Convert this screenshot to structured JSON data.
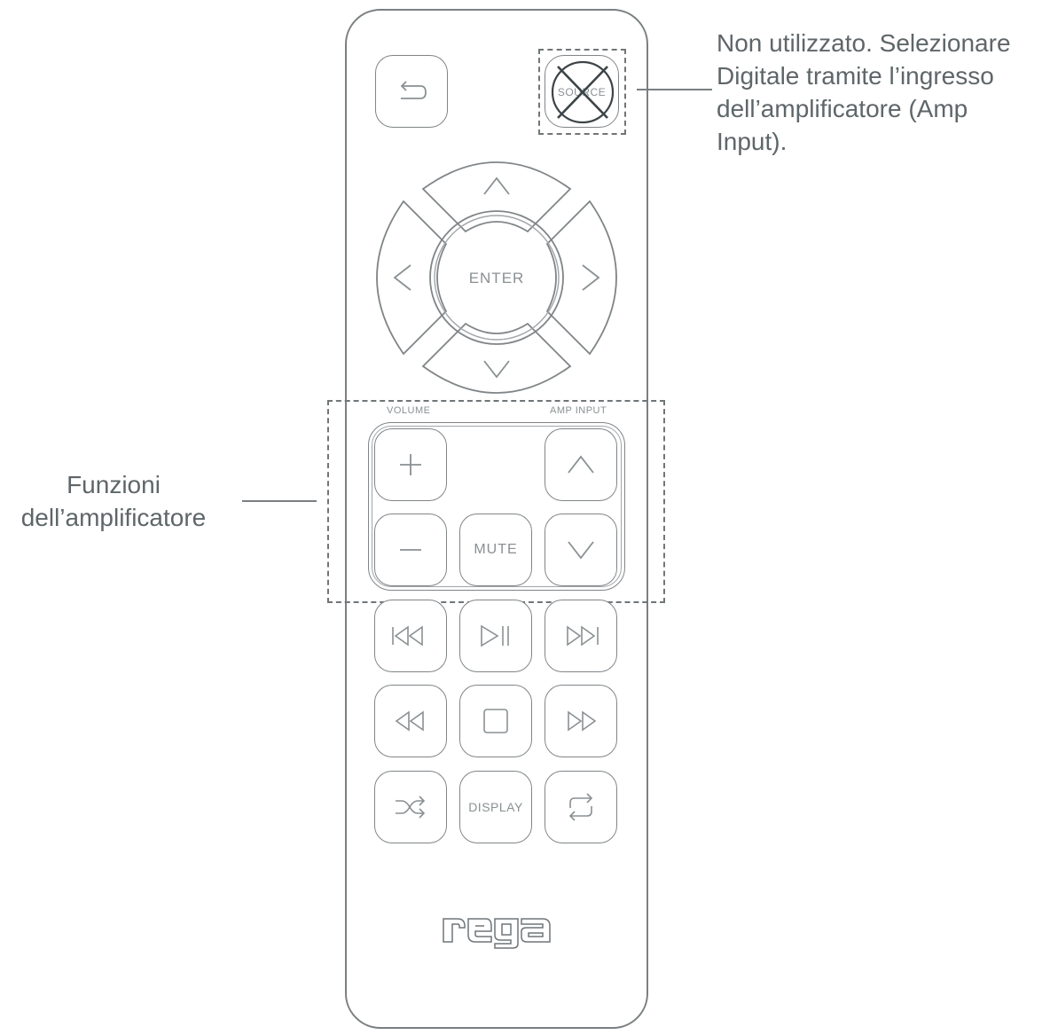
{
  "callouts": {
    "source_note_lines": [
      "Non utilizzato. Selezionare",
      "Digitale tramite l’ingresso",
      "dell’amplificatore (Amp",
      "Input)."
    ],
    "amp_functions_lines": [
      "Funzioni",
      "dell’amplificatore"
    ]
  },
  "remote": {
    "source_button_label": "SOURCE",
    "enter_label": "ENTER",
    "volume_label": "VOLUME",
    "amp_input_label": "AMP INPUT",
    "mute_label": "MUTE",
    "display_label": "DISPLAY",
    "logo_text": "rega"
  },
  "icons": {
    "back": "back-arrow-icon",
    "up": "chevron-up-icon",
    "down": "chevron-down-icon",
    "left": "chevron-left-icon",
    "right": "chevron-right-icon",
    "plus": "plus-icon",
    "minus": "minus-icon",
    "previous": "skip-previous-icon",
    "play_pause": "play-pause-icon",
    "next": "skip-next-icon",
    "rewind": "rewind-icon",
    "stop": "stop-icon",
    "fast_forward": "fast-forward-icon",
    "shuffle": "shuffle-icon",
    "repeat": "repeat-icon",
    "crossed_out": "cross-out-icon"
  },
  "colors": {
    "outline": "#808588",
    "text": "#5e6669"
  }
}
